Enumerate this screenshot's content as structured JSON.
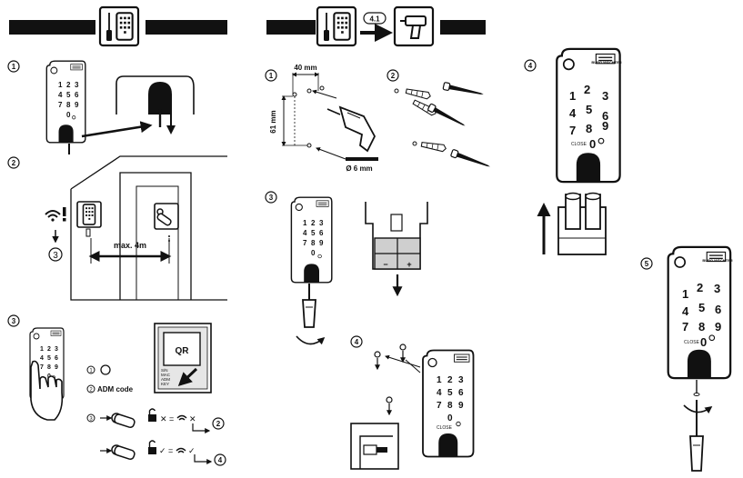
{
  "panel_left": {
    "steps": [
      "1",
      "2",
      "3"
    ],
    "step2": {
      "distance_label": "max. 4m",
      "sub_ref": "3"
    },
    "step3": {
      "qr_text": "QR",
      "card_lines": [
        "S/N",
        "MAC",
        "ADM",
        "KEY"
      ],
      "list_1_num": "1",
      "list_2_num": "2",
      "list_2_label": "ADM code",
      "list_3_num": "3",
      "ref_a": "2",
      "ref_b": "4"
    }
  },
  "panel_middle": {
    "section_ref": "4.1",
    "step1": {
      "num": "1",
      "width_label": "40 mm",
      "height_label": "61 mm",
      "drill_label": "Ø 6 mm"
    },
    "step2": {
      "num": "2"
    },
    "step3": {
      "num": "3"
    },
    "step4": {
      "num": "4"
    }
  },
  "panel_right": {
    "step4": {
      "num": "4"
    },
    "step5": {
      "num": "5"
    }
  },
  "keypad": {
    "brand": "BURG WÄCHTER",
    "keys": [
      "1",
      "2",
      "3",
      "4",
      "5",
      "6",
      "7",
      "8",
      "9",
      "0"
    ],
    "close_label": "CLOSE"
  },
  "colors": {
    "ink": "#111111",
    "background": "#ffffff",
    "grey": "#9a9a9a"
  }
}
